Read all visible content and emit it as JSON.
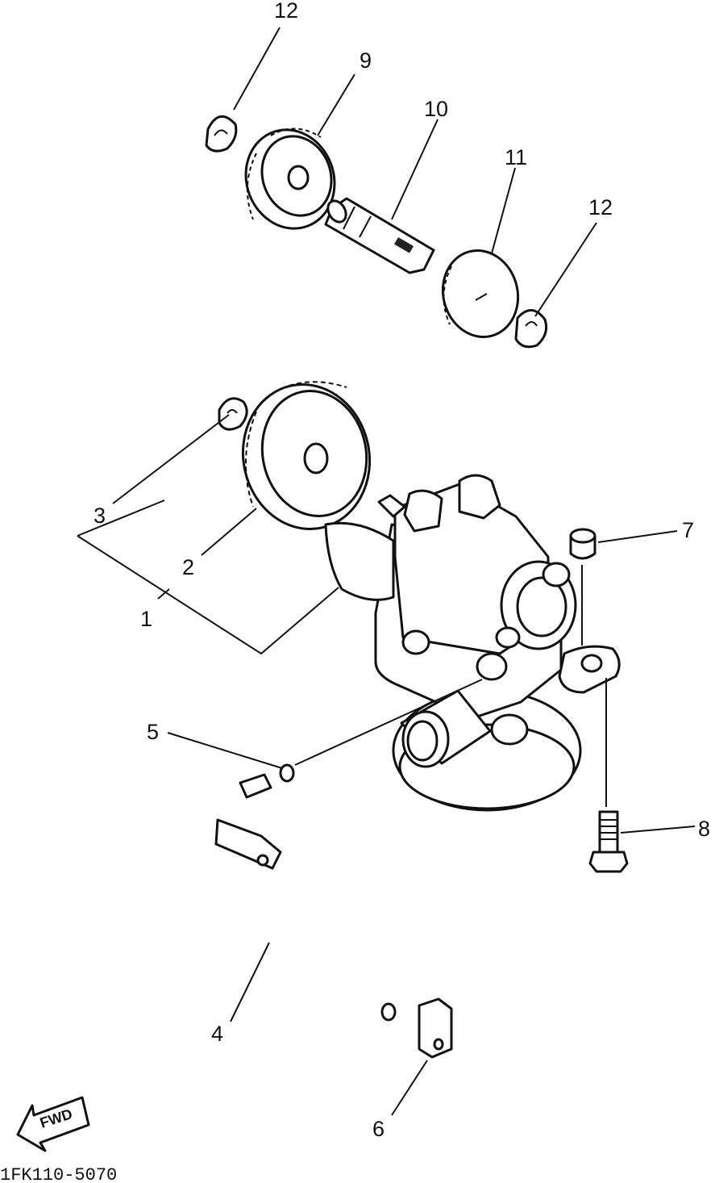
{
  "diagram": {
    "callouts": [
      {
        "id": "12a",
        "text": "12"
      },
      {
        "id": "9",
        "text": "9"
      },
      {
        "id": "10",
        "text": "10"
      },
      {
        "id": "11",
        "text": "11"
      },
      {
        "id": "12b",
        "text": "12"
      },
      {
        "id": "3",
        "text": "3"
      },
      {
        "id": "2",
        "text": "2"
      },
      {
        "id": "1",
        "text": "1"
      },
      {
        "id": "7",
        "text": "7"
      },
      {
        "id": "5",
        "text": "5"
      },
      {
        "id": "8",
        "text": "8"
      },
      {
        "id": "4",
        "text": "4"
      },
      {
        "id": "6",
        "text": "6"
      }
    ],
    "fwd_label": "FWD",
    "drawing_code": "1FK110-5070"
  }
}
